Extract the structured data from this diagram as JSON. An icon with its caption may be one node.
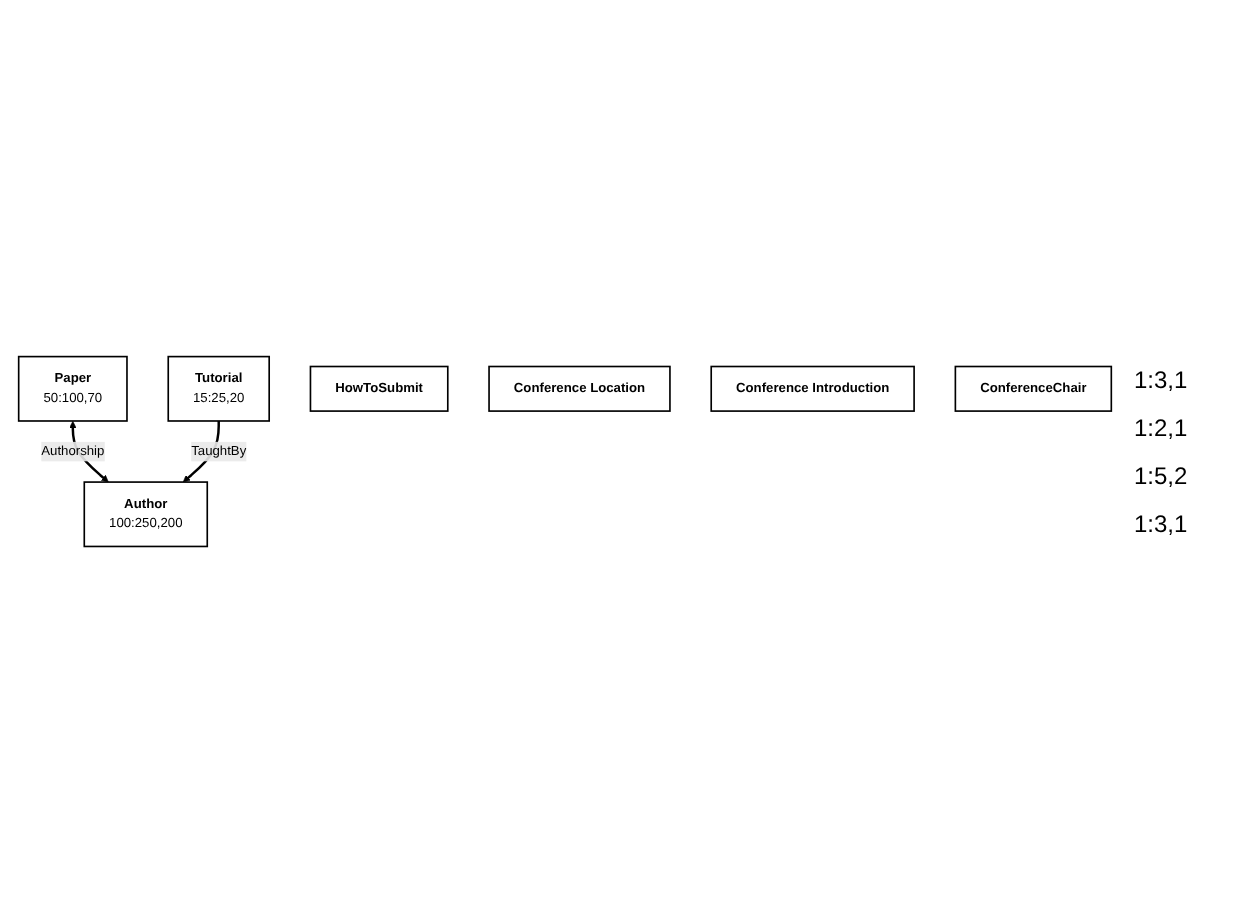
{
  "diagram": {
    "nodes": [
      {
        "text": [
          "Paper",
          "50:100,70"
        ]
      },
      {
        "text": [
          "Tutorial",
          "15:25,20"
        ]
      },
      {
        "text": [
          "HowToSubmit"
        ]
      },
      {
        "text": [
          "Author",
          "100:250,200"
        ]
      },
      {
        "text": [
          "Conference Location"
        ]
      },
      {
        "text": [
          "Conference Introduction"
        ]
      },
      {
        "text": [
          "ConferenceChair"
        ]
      }
    ],
    "edges": [
      {
        "from": 0,
        "to": 3,
        "arrow": "both",
        "label": "Authorship"
      },
      {
        "from": 1,
        "to": 3,
        "arrow": "to",
        "label": "TaughtBy"
      }
    ],
    "labels": [
      "1:3,1",
      "1:2,1",
      "1:5,2",
      "1:3,1"
    ]
  }
}
